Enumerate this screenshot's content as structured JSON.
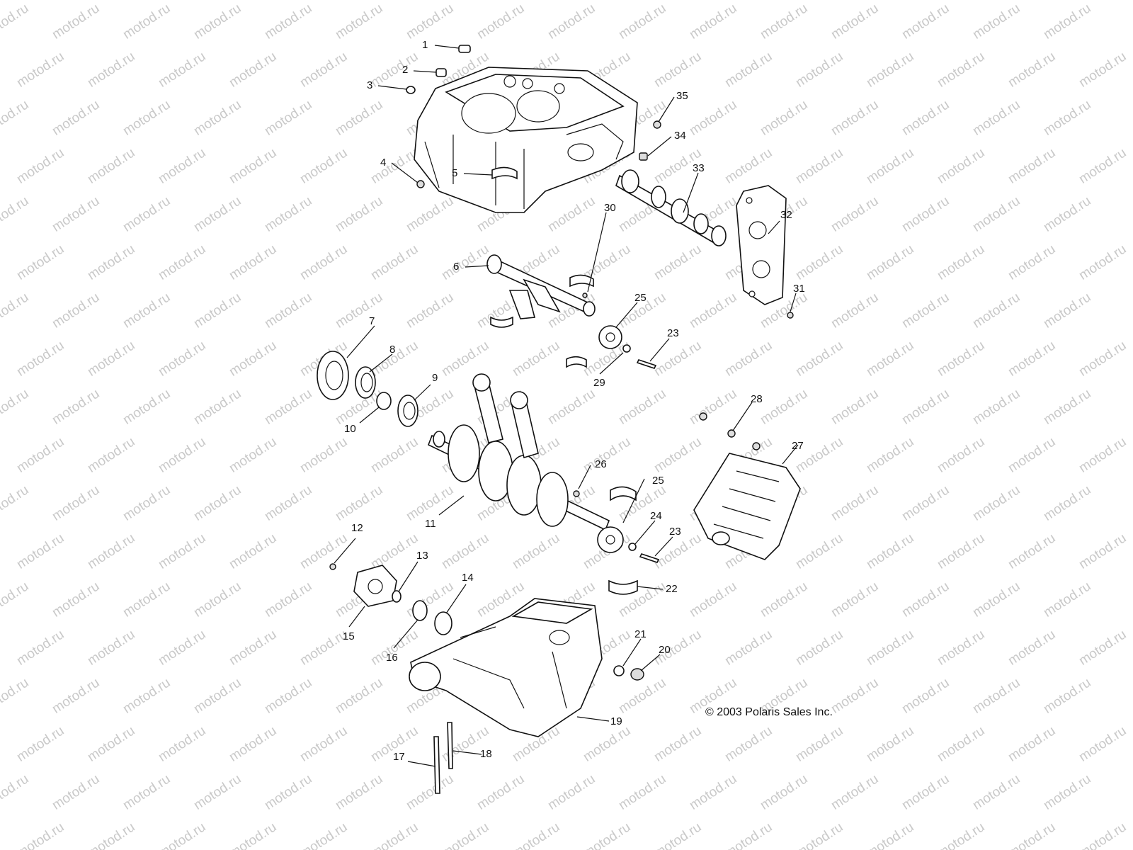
{
  "watermark": "motod.ru",
  "copyright": "© 2003 Polaris Sales Inc.",
  "callouts": [
    {
      "n": "1"
    },
    {
      "n": "2"
    },
    {
      "n": "3"
    },
    {
      "n": "4"
    },
    {
      "n": "5"
    },
    {
      "n": "6"
    },
    {
      "n": "7"
    },
    {
      "n": "8"
    },
    {
      "n": "9"
    },
    {
      "n": "10"
    },
    {
      "n": "11"
    },
    {
      "n": "12"
    },
    {
      "n": "13"
    },
    {
      "n": "14"
    },
    {
      "n": "15"
    },
    {
      "n": "16"
    },
    {
      "n": "17"
    },
    {
      "n": "18"
    },
    {
      "n": "19"
    },
    {
      "n": "20"
    },
    {
      "n": "21"
    },
    {
      "n": "22"
    },
    {
      "n": "23"
    },
    {
      "n": "23"
    },
    {
      "n": "24"
    },
    {
      "n": "25"
    },
    {
      "n": "25"
    },
    {
      "n": "26"
    },
    {
      "n": "27"
    },
    {
      "n": "28"
    },
    {
      "n": "29"
    },
    {
      "n": "30"
    },
    {
      "n": "31"
    },
    {
      "n": "32"
    },
    {
      "n": "33"
    },
    {
      "n": "34"
    },
    {
      "n": "35"
    }
  ]
}
